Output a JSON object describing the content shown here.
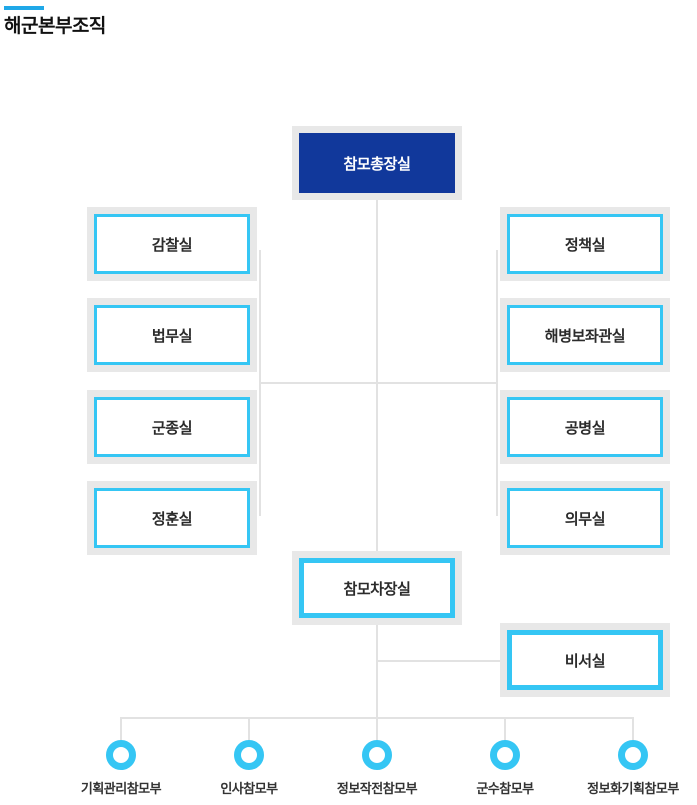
{
  "header": {
    "accent_color": "#1fa8e8",
    "title": "해군본부조직"
  },
  "colors": {
    "cyan": "#35c6f4",
    "navy": "#11389b",
    "frame_gray": "#e8e8e8",
    "line_gray": "#e2e2e2",
    "text_dark": "#2b2b2b"
  },
  "chart_data": {
    "type": "org-chart",
    "title": "해군본부조직",
    "root": {
      "id": "chief-of-staff",
      "label": "참모총장실",
      "style": "navy"
    },
    "left_staff": [
      {
        "id": "inspection-office",
        "label": "감찰실"
      },
      {
        "id": "legal-affairs-office",
        "label": "법무실"
      },
      {
        "id": "chaplain-office",
        "label": "군종실"
      },
      {
        "id": "public-affairs-office",
        "label": "정훈실"
      }
    ],
    "right_staff": [
      {
        "id": "policy-office",
        "label": "정책실"
      },
      {
        "id": "marine-adviser-office",
        "label": "해병보좌관실"
      },
      {
        "id": "engineer-office",
        "label": "공병실"
      },
      {
        "id": "medical-office",
        "label": "의무실"
      }
    ],
    "vice_chief": {
      "id": "vice-chief-of-staff",
      "label": "참모차장실",
      "style": "cyan-strong"
    },
    "secretariat": {
      "id": "secretariat-office",
      "label": "비서실",
      "style": "cyan-strong"
    },
    "departments": [
      {
        "id": "planning-management",
        "label": "기획관리참모부"
      },
      {
        "id": "personnel",
        "label": "인사참모부"
      },
      {
        "id": "intel-operations",
        "label": "정보작전참모부"
      },
      {
        "id": "logistics",
        "label": "군수참모부"
      },
      {
        "id": "information-planning",
        "label": "정보화기획참모부"
      }
    ]
  }
}
